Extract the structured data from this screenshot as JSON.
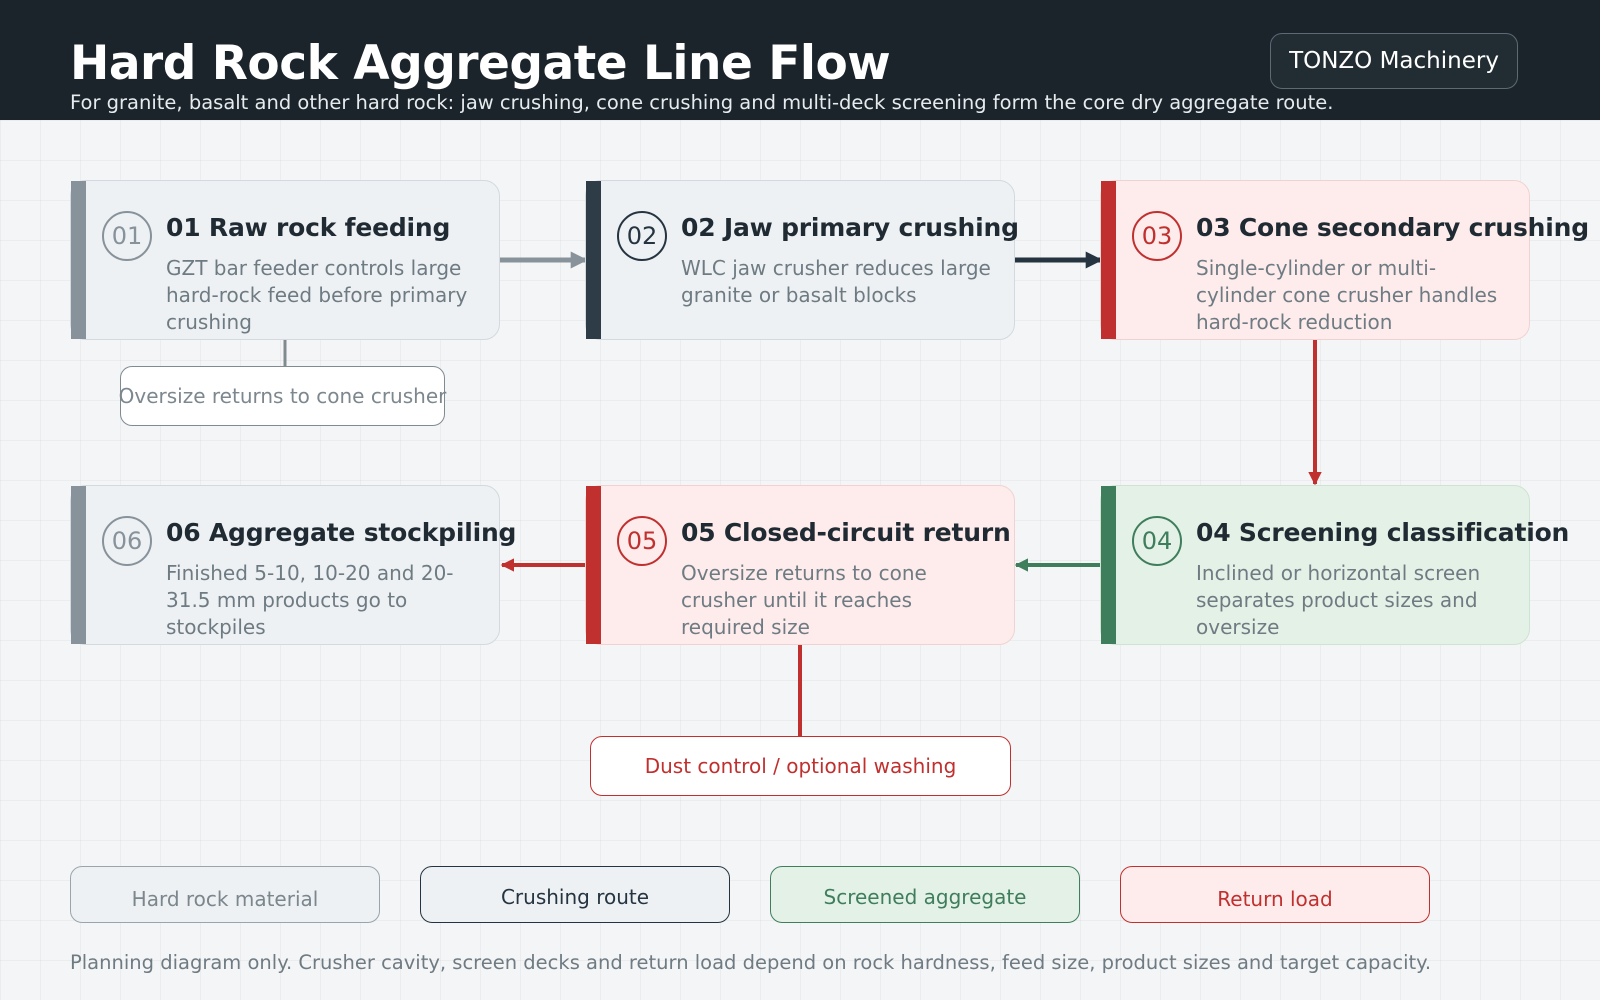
{
  "header": {
    "title": "Hard Rock Aggregate Line Flow",
    "subtitle": "For granite, basalt and other hard rock: jaw crushing, cone crushing and multi-deck screening form the core dry aggregate route.",
    "brand": "TONZO Machinery"
  },
  "steps": [
    {
      "num": "01",
      "title": "01 Raw rock feeding",
      "desc": "GZT bar feeder controls large hard-rock feed before primary crushing",
      "style": "grey"
    },
    {
      "num": "02",
      "title": "02 Jaw primary crushing",
      "desc": "WLC jaw crusher reduces large granite or basalt blocks",
      "style": "dark"
    },
    {
      "num": "03",
      "title": "03 Cone secondary crushing",
      "desc": "Single-cylinder or multi-cylinder cone crusher handles hard-rock reduction",
      "style": "red"
    },
    {
      "num": "04",
      "title": "04 Screening classification",
      "desc": "Inclined or horizontal screen separates product sizes and oversize",
      "style": "green"
    },
    {
      "num": "05",
      "title": "05 Closed-circuit return",
      "desc": "Oversize returns to cone crusher until it reaches required size",
      "style": "red"
    },
    {
      "num": "06",
      "title": "06 Aggregate stockpiling",
      "desc": "Finished 5-10, 10-20 and 20-31.5 mm products go to stockpiles",
      "style": "grey"
    }
  ],
  "notes": {
    "oversize_return": "Oversize returns to cone crusher",
    "dust_control": "Dust control / optional washing"
  },
  "legend": [
    {
      "label": "Hard rock material"
    },
    {
      "label": "Crushing route"
    },
    {
      "label": "Screened aggregate"
    },
    {
      "label": "Return load"
    }
  ],
  "footer": "Planning diagram only. Crusher cavity, screen decks and return load depend on rock hardness, feed size, product sizes and target capacity.",
  "colors": {
    "header_bg": "#1b242b",
    "material_grey": "#87929a",
    "crushing_dark": "#2d3c47",
    "return_red": "#c0302f",
    "screen_green": "#3f7e5c"
  }
}
